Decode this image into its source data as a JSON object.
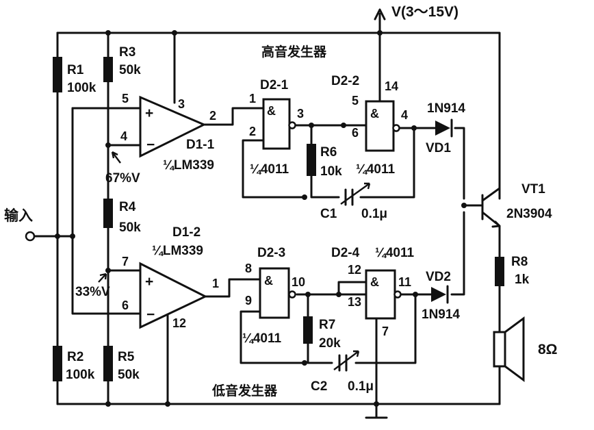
{
  "supply": "V(3～15V)",
  "input_label": "输入",
  "high_gen": "高音发生器",
  "low_gen": "低音发生器",
  "r1": {
    "name": "R1",
    "value": "100k"
  },
  "r2": {
    "name": "R2",
    "value": "100k"
  },
  "r3": {
    "name": "R3",
    "value": "50k"
  },
  "r4": {
    "name": "R4",
    "value": "50k"
  },
  "r5": {
    "name": "R5",
    "value": "50k"
  },
  "r6": {
    "name": "R6",
    "value": "10k"
  },
  "r7": {
    "name": "R7",
    "value": "20k"
  },
  "r8": {
    "name": "R8",
    "value": "1k"
  },
  "c1": {
    "name": "C1",
    "value": "0.1μ"
  },
  "c2": {
    "name": "C2",
    "value": "0.1μ"
  },
  "d1_1": {
    "name": "D1-1",
    "part": "¼LM339"
  },
  "d1_2": {
    "name": "D1-2",
    "part": "¼LM339"
  },
  "d2_1": {
    "name": "D2-1",
    "part": "¼4011"
  },
  "d2_2": {
    "name": "D2-2",
    "part": "¼4011"
  },
  "d2_3": {
    "name": "D2-3",
    "part": "¼4011"
  },
  "d2_4": {
    "name": "D2-4",
    "part": "¼4011"
  },
  "vd1": {
    "name": "VD1",
    "part": "1N914"
  },
  "vd2": {
    "name": "VD2",
    "part": "1N914"
  },
  "vt1": {
    "name": "VT1",
    "part": "2N3904"
  },
  "speaker": "8Ω",
  "pct_high": "67%V",
  "pct_low": "33%V",
  "pins": {
    "c1_plus": "5",
    "c1_minus": "4",
    "c1_vcc": "3",
    "c1_out": "2",
    "c2_plus": "7",
    "c2_minus": "6",
    "c2_gnd": "12",
    "c2_out": "1",
    "g1_a": "1",
    "g1_b": "2",
    "g1_out": "3",
    "g2_a": "5",
    "g2_b": "6",
    "g2_out": "4",
    "g2_vcc": "14",
    "g3_a": "8",
    "g3_b": "9",
    "g3_out": "10",
    "g4_a": "12",
    "g4_b": "13",
    "g4_out": "11",
    "g4_gnd": "7"
  }
}
